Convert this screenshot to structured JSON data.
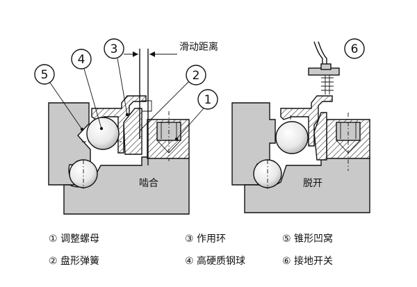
{
  "diagram": {
    "slide_label": "滑动距离",
    "state_engaged": "啮合",
    "state_disengaged": "脱开",
    "callouts": [
      "1",
      "2",
      "3",
      "4",
      "5",
      "6"
    ]
  },
  "legend": [
    {
      "text": "① 调整螺母"
    },
    {
      "text": "② 盘形弹簧"
    },
    {
      "text": "③ 作用环"
    },
    {
      "text": "④ 高硬质钢球"
    },
    {
      "text": "⑤ 锥形凹窝"
    },
    {
      "text": "⑥ 接地开关"
    }
  ]
}
